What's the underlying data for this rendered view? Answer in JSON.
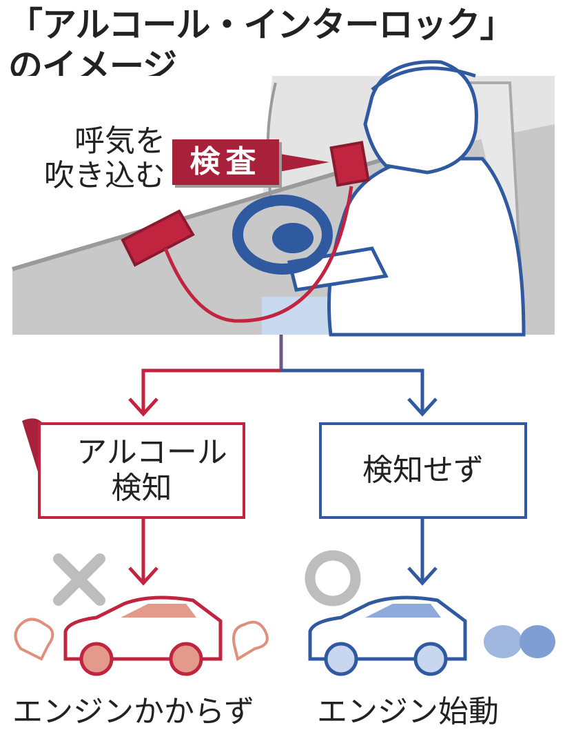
{
  "title": {
    "line1": "「アルコール・インターロック」",
    "line2": "のイメージ"
  },
  "illustration": {
    "caption_line1": "呼気を",
    "caption_line2": "吹き込む",
    "tag": "検査"
  },
  "left_branch": {
    "box_line1": "アルコール",
    "box_line2": "検知",
    "mark": "×",
    "result": "エンジンかからず"
  },
  "right_branch": {
    "box": "検知せず",
    "mark": "○",
    "result": "エンジン始動"
  },
  "colors": {
    "red": "#c0243f",
    "blue": "#2f5aa0",
    "gray": "#d2d2d2"
  }
}
